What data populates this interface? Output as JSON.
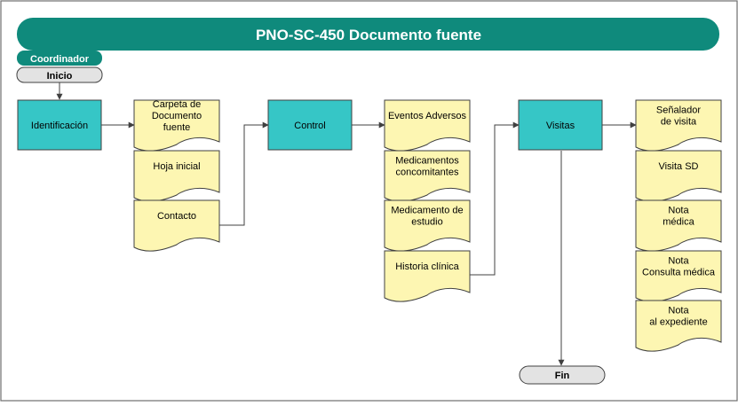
{
  "title": "PNO-SC-450 Documento fuente",
  "lane_label": "Coordinador",
  "start_label": "Inicio",
  "end_label": "Fin",
  "processes": [
    {
      "id": "identificacion",
      "lines": [
        "Identificación"
      ]
    },
    {
      "id": "control",
      "lines": [
        "Control"
      ]
    },
    {
      "id": "visitas",
      "lines": [
        "Visitas"
      ]
    }
  ],
  "documents": {
    "col1": [
      {
        "id": "carpeta",
        "lines": [
          "Carpeta de",
          "Documento",
          "fuente"
        ]
      },
      {
        "id": "hoja-inicial",
        "lines": [
          "Hoja inicial"
        ]
      },
      {
        "id": "contacto",
        "lines": [
          "Contacto"
        ]
      }
    ],
    "col2": [
      {
        "id": "eventos-adversos",
        "lines": [
          "Eventos Adversos"
        ]
      },
      {
        "id": "medicamentos-concomitantes",
        "lines": [
          "Medicamentos",
          "concomitantes"
        ]
      },
      {
        "id": "medicamento-estudio",
        "lines": [
          "Medicamento de",
          "estudio"
        ]
      },
      {
        "id": "historia-clinica",
        "lines": [
          "Historia clínica"
        ]
      }
    ],
    "col3": [
      {
        "id": "senalador",
        "lines": [
          "Señalador",
          "de visita"
        ]
      },
      {
        "id": "visita-sd",
        "lines": [
          "Visita SD"
        ]
      },
      {
        "id": "nota-medica",
        "lines": [
          "Nota",
          "médica"
        ]
      },
      {
        "id": "nota-consulta",
        "lines": [
          "Nota",
          "Consulta médica"
        ]
      },
      {
        "id": "nota-expediente",
        "lines": [
          "Nota",
          "al expediente"
        ]
      }
    ]
  },
  "colors": {
    "header": "#0f8a7c",
    "process": "#36c6c6",
    "document": "#fdf6b2",
    "terminator": "#e3e3e3",
    "stroke": "#404040"
  }
}
